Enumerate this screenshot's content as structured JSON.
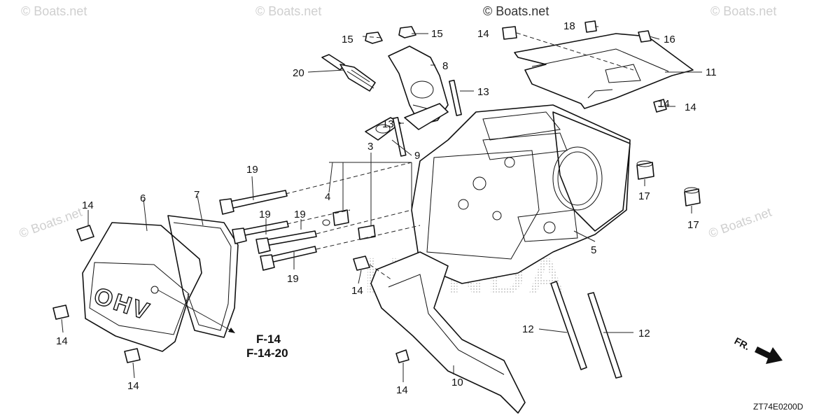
{
  "watermarks": [
    "© Boats.net",
    "© Boats.net",
    "© Boats.net",
    "© Boats.net",
    "© Boats.net",
    "© Boats.net"
  ],
  "callouts": [
    "14",
    "15",
    "15",
    "14",
    "18",
    "16",
    "20",
    "8",
    "13",
    "11",
    "13",
    "14",
    "9",
    "3",
    "19",
    "4",
    "17",
    "17",
    "14",
    "6",
    "7",
    "19",
    "19",
    "19",
    "5",
    "14",
    "14",
    "12",
    "12",
    "14",
    "10",
    "14"
  ],
  "references": {
    "line1": "F-14",
    "line2": "F-14-20"
  },
  "brand_stamp": "HONDA",
  "cover_emblem": "OHV",
  "direction_label": "FR.",
  "diagram_code": "ZT74E0200D"
}
